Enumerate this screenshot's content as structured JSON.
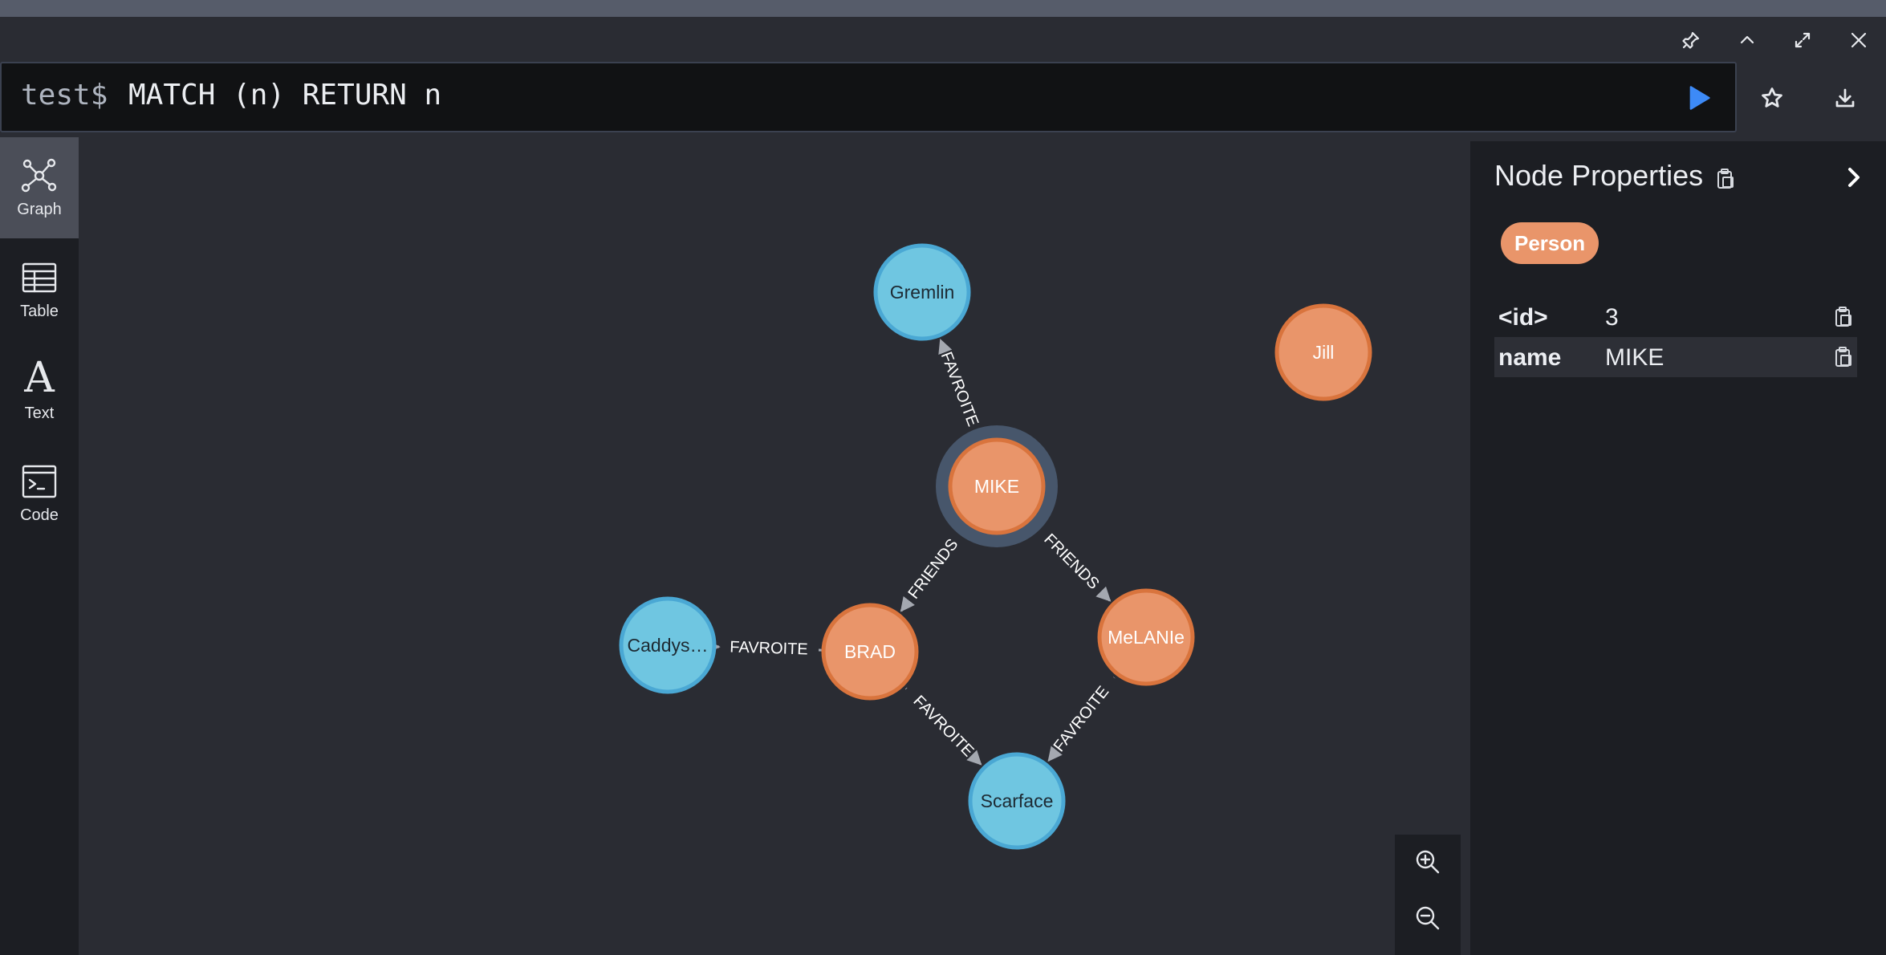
{
  "editor": {
    "prompt": "test$",
    "query": "MATCH (n) RETURN n"
  },
  "sidebar": {
    "items": [
      {
        "label": "Graph",
        "icon": "graph-icon",
        "active": true
      },
      {
        "label": "Table",
        "icon": "table-icon",
        "active": false
      },
      {
        "label": "Text",
        "icon": "text-icon",
        "glyph": "A",
        "active": false
      },
      {
        "label": "Code",
        "icon": "code-icon",
        "active": false
      }
    ]
  },
  "graph": {
    "nodes": [
      {
        "id": "mike",
        "label": "MIKE",
        "kind": "Person",
        "selected": true
      },
      {
        "id": "gremlin",
        "label": "Gremlin",
        "kind": "Movie"
      },
      {
        "id": "jill",
        "label": "Jill",
        "kind": "Person"
      },
      {
        "id": "brad",
        "label": "BRAD",
        "kind": "Person"
      },
      {
        "id": "melanie",
        "label": "MeLANIe",
        "kind": "Person"
      },
      {
        "id": "caddys",
        "label": "Caddys…",
        "kind": "Movie"
      },
      {
        "id": "scarface",
        "label": "Scarface",
        "kind": "Movie"
      }
    ],
    "relationships": [
      {
        "from": "mike",
        "to": "gremlin",
        "type": "FAVROITE"
      },
      {
        "from": "mike",
        "to": "brad",
        "type": "FRIENDS"
      },
      {
        "from": "mike",
        "to": "melanie",
        "type": "FRIENDS"
      },
      {
        "from": "brad",
        "to": "caddys",
        "type": "FAVROITE"
      },
      {
        "from": "brad",
        "to": "scarface",
        "type": "FAVROITE"
      },
      {
        "from": "melanie",
        "to": "scarface",
        "type": "FAVROITE"
      }
    ],
    "colors": {
      "person_fill": "#e9956a",
      "person_stroke": "#d9743d",
      "movie_fill": "#6fc6e1",
      "movie_stroke": "#4aa8d4",
      "selected_halo": "#47566b",
      "edge": "#a4a8b0",
      "edge_label": "#ffffff"
    }
  },
  "properties": {
    "title": "Node Properties",
    "label": "Person",
    "label_color": "#e9956a",
    "rows": [
      {
        "key": "<id>",
        "value": "3"
      },
      {
        "key": "name",
        "value": "MIKE"
      }
    ]
  },
  "colors": {
    "background": "#2a2c33",
    "panel": "#1c1e23",
    "run_button": "#3d8af7"
  }
}
